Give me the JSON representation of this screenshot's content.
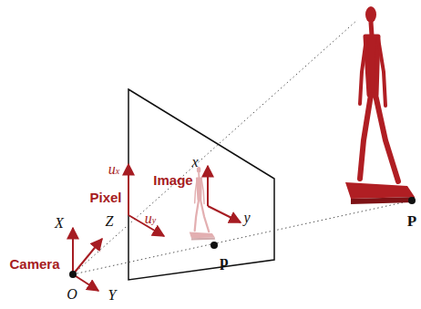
{
  "diagram": {
    "labels": [
      "X",
      "Z",
      "Y",
      "O",
      "Camera",
      "ux",
      "uy",
      "Pixel",
      "Image",
      "x",
      "y",
      "p",
      "P"
    ]
  }
}
